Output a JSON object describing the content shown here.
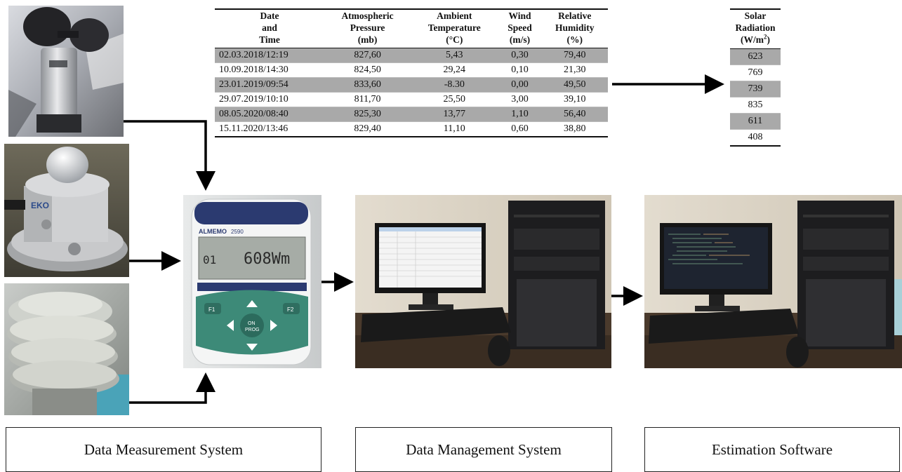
{
  "data_table": {
    "headers": [
      [
        "Date",
        "and",
        "Time"
      ],
      [
        "Atmospheric",
        "Pressure",
        "(mb)"
      ],
      [
        "Ambient",
        "Temperature",
        "(°C)"
      ],
      [
        "Wind",
        "Speed",
        "(m/s)"
      ],
      [
        "Relative",
        "Humidity",
        "(%)"
      ]
    ],
    "rows": [
      [
        "02.03.2018/12:19",
        "827,60",
        "5,43",
        "0,30",
        "79,40"
      ],
      [
        "10.09.2018/14:30",
        "824,50",
        "29,24",
        "0,10",
        "21,30"
      ],
      [
        "23.01.2019/09:54",
        "833,60",
        "-8.30",
        "0,00",
        "49,50"
      ],
      [
        "29.07.2019/10:10",
        "811,70",
        "25,50",
        "3,00",
        "39,10"
      ],
      [
        "08.05.2020/08:40",
        "825,30",
        "13,77",
        "1,10",
        "56,40"
      ],
      [
        "15.11.2020/13:46",
        "829,40",
        "11,10",
        "0,60",
        "38,80"
      ]
    ],
    "shade_color": "#a9a9a9"
  },
  "solar_table": {
    "header": [
      "Solar",
      "Radiation",
      "(W/m",
      "2",
      ")"
    ],
    "values": [
      "623",
      "769",
      "739",
      "835",
      "611",
      "408"
    ]
  },
  "device": {
    "brand": "ALMEMO",
    "model": "2590",
    "display_text": "608Wm",
    "display_prefix": "01",
    "keys": {
      "f1": "F1",
      "f2": "F2",
      "center_line1": "ON",
      "center_line2": "PROG"
    }
  },
  "sensor_brand": "EKO",
  "labels": {
    "measurement": "Data Measurement System",
    "management": "Data Management System",
    "software": "Estimation Software"
  }
}
